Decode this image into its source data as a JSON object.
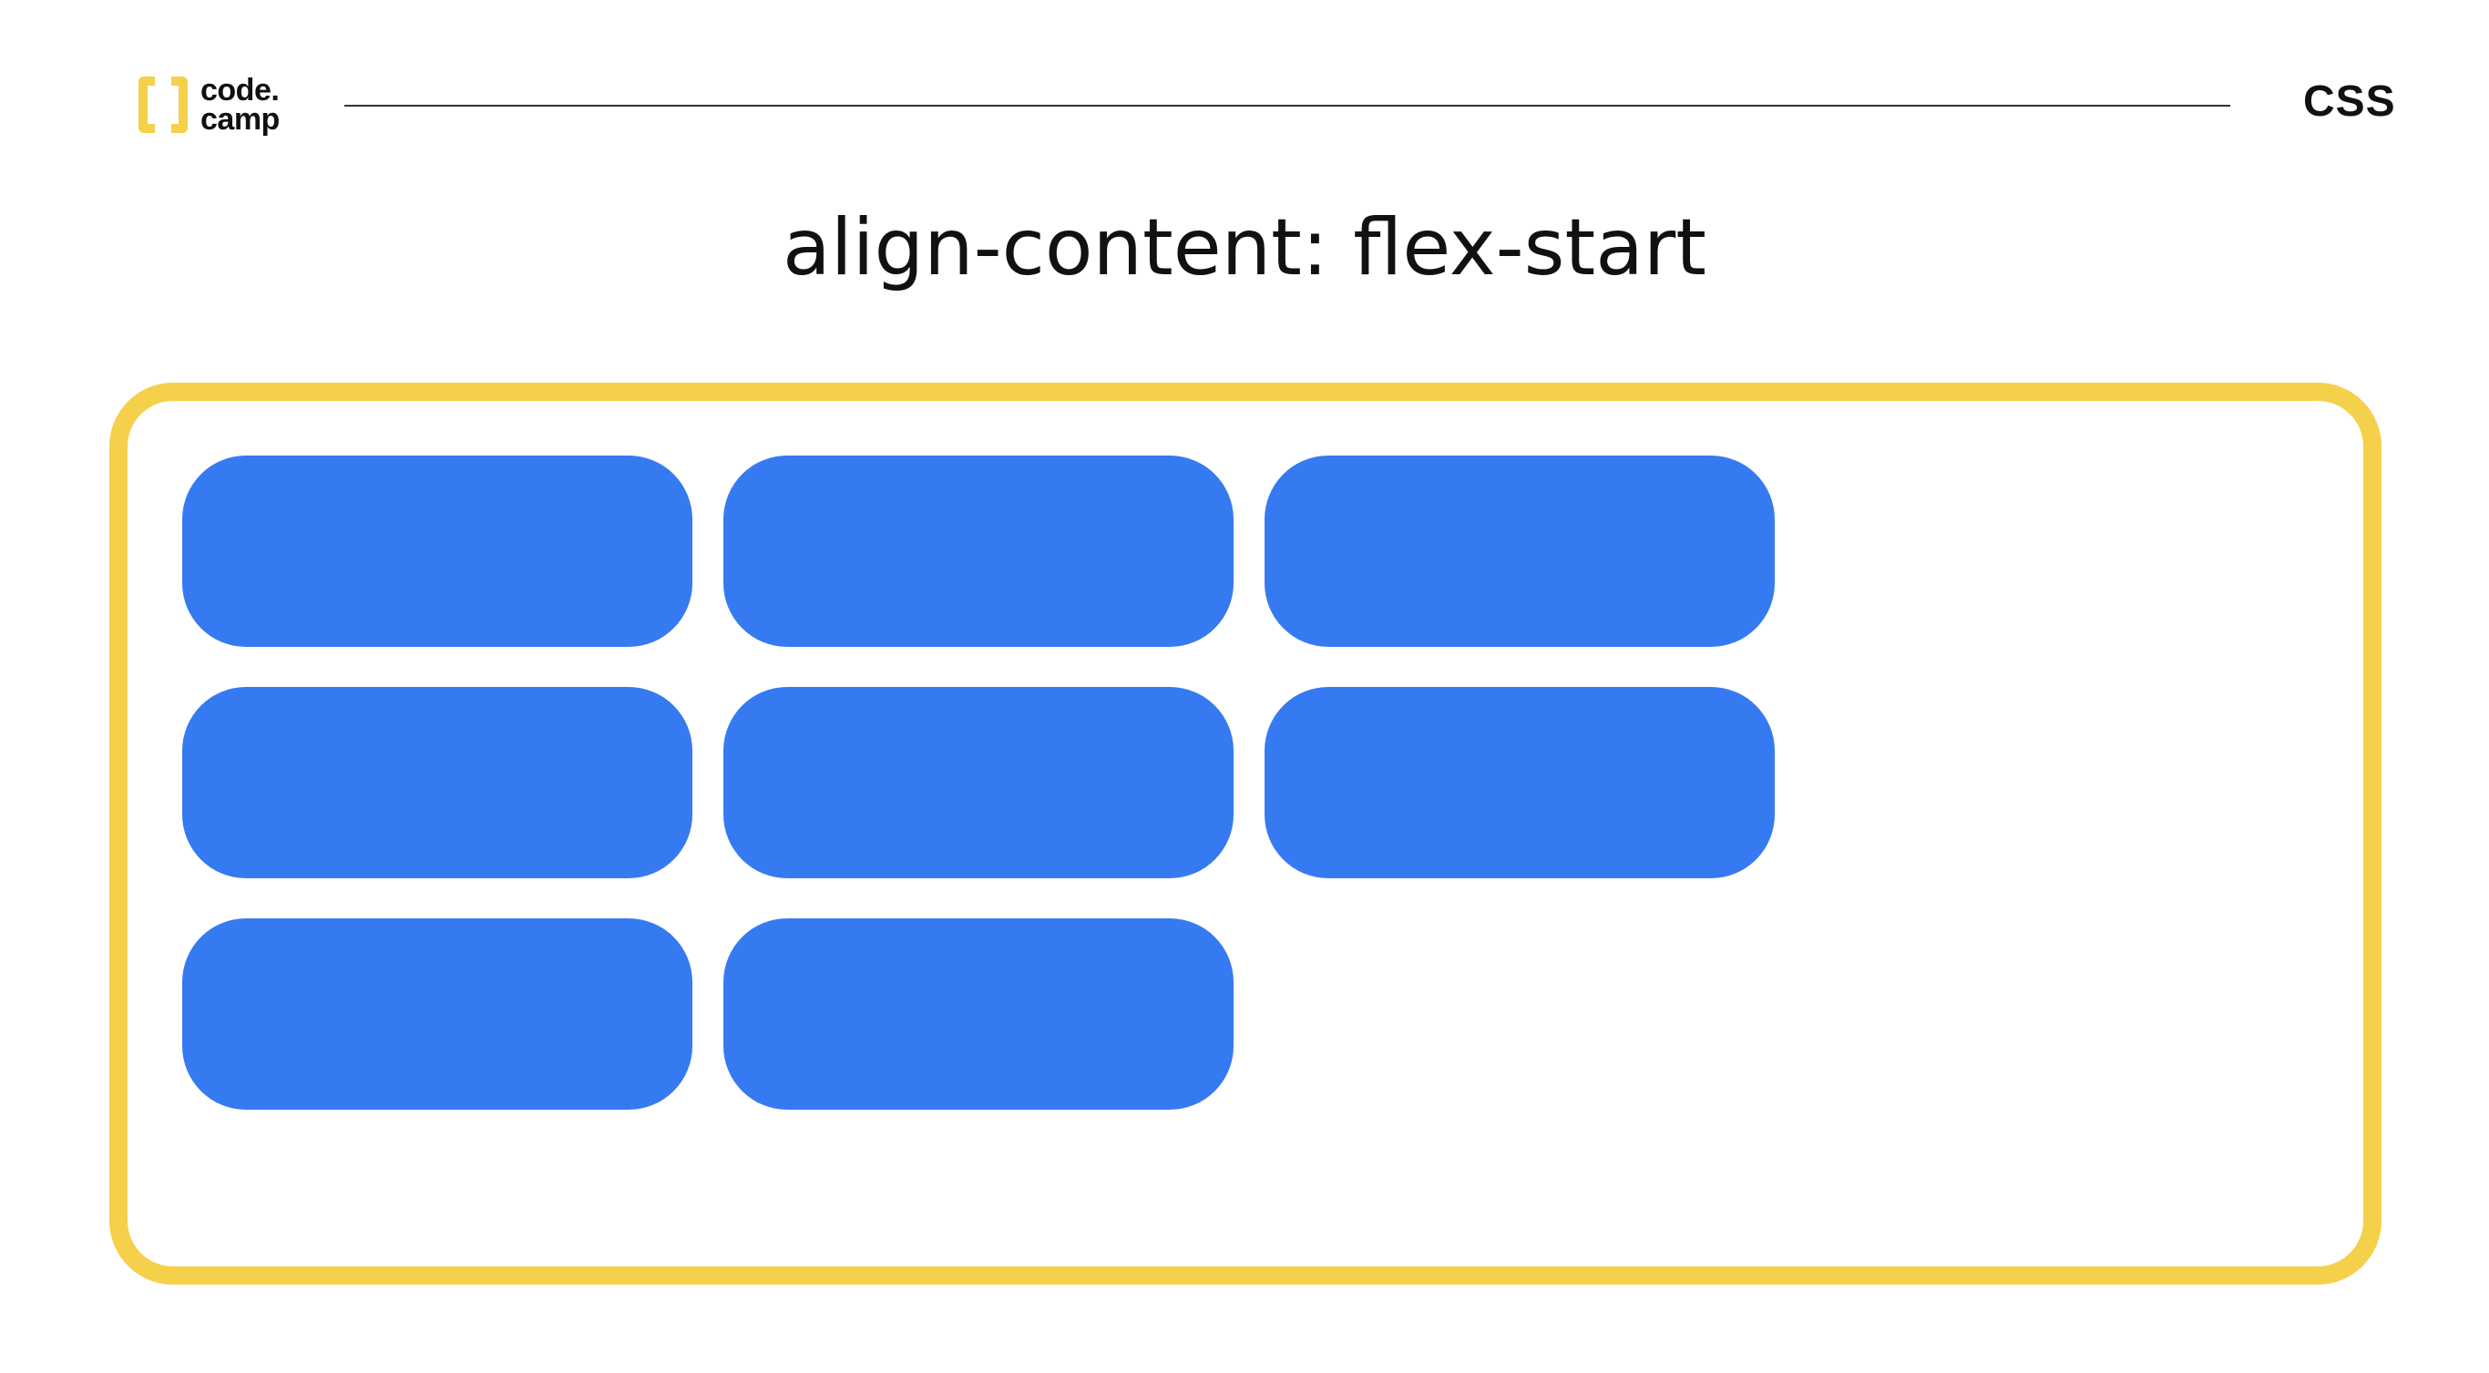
{
  "brand": {
    "line1": "code.",
    "line2": "camp",
    "accent_color": "#F5D04B"
  },
  "header": {
    "topic": "CSS"
  },
  "slide": {
    "title": "align-content: flex-start"
  },
  "demo": {
    "container_border_color": "#F5D04B",
    "item_color": "#367AF2",
    "item_count": 8
  }
}
